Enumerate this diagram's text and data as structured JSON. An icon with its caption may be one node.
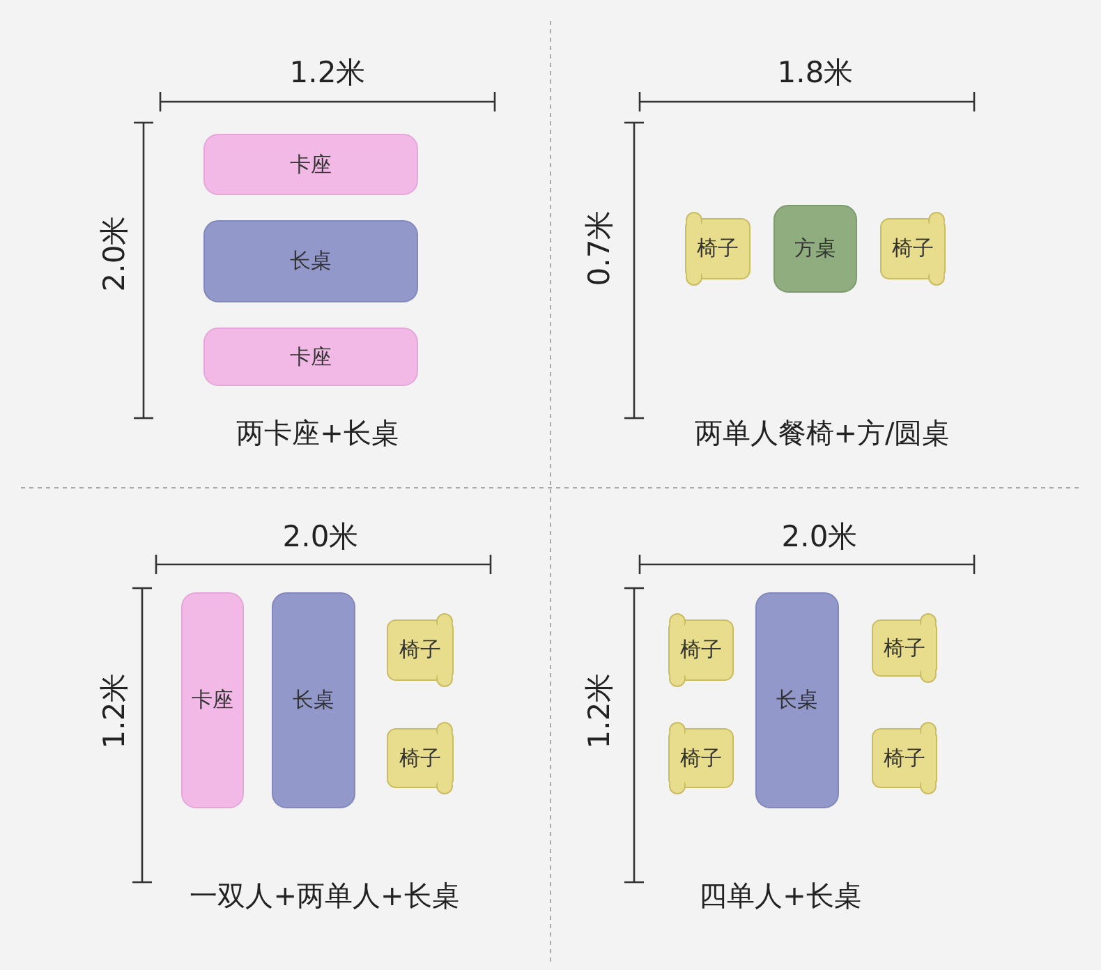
{
  "diagram": {
    "nodes": [
      {
        "text": [
          "卡座"
        ]
      },
      {
        "text": [
          "长桌"
        ]
      },
      {
        "text": [
          "卡座"
        ]
      },
      {
        "text": [
          "椅子"
        ]
      },
      {
        "text": [
          "方桌"
        ]
      },
      {
        "text": [
          "椅子"
        ]
      },
      {
        "text": [
          "卡座"
        ]
      },
      {
        "text": [
          "长桌"
        ]
      },
      {
        "text": [
          "椅子"
        ]
      },
      {
        "text": [
          "椅子"
        ]
      },
      {
        "text": [
          "椅子"
        ]
      },
      {
        "text": [
          "长桌"
        ]
      },
      {
        "text": [
          "椅子"
        ]
      },
      {
        "text": [
          "椅子"
        ]
      },
      {
        "text": [
          "椅子"
        ]
      }
    ],
    "edges": [],
    "labels": [
      "1.2米",
      "2.0米",
      "两卡座+长桌",
      "1.8米",
      "0.7米",
      "两单人餐椅+方/圆桌",
      "2.0米",
      "1.2米",
      "一双人+两单人+长桌",
      "2.0米",
      "1.2米",
      "四单人+长桌"
    ]
  }
}
